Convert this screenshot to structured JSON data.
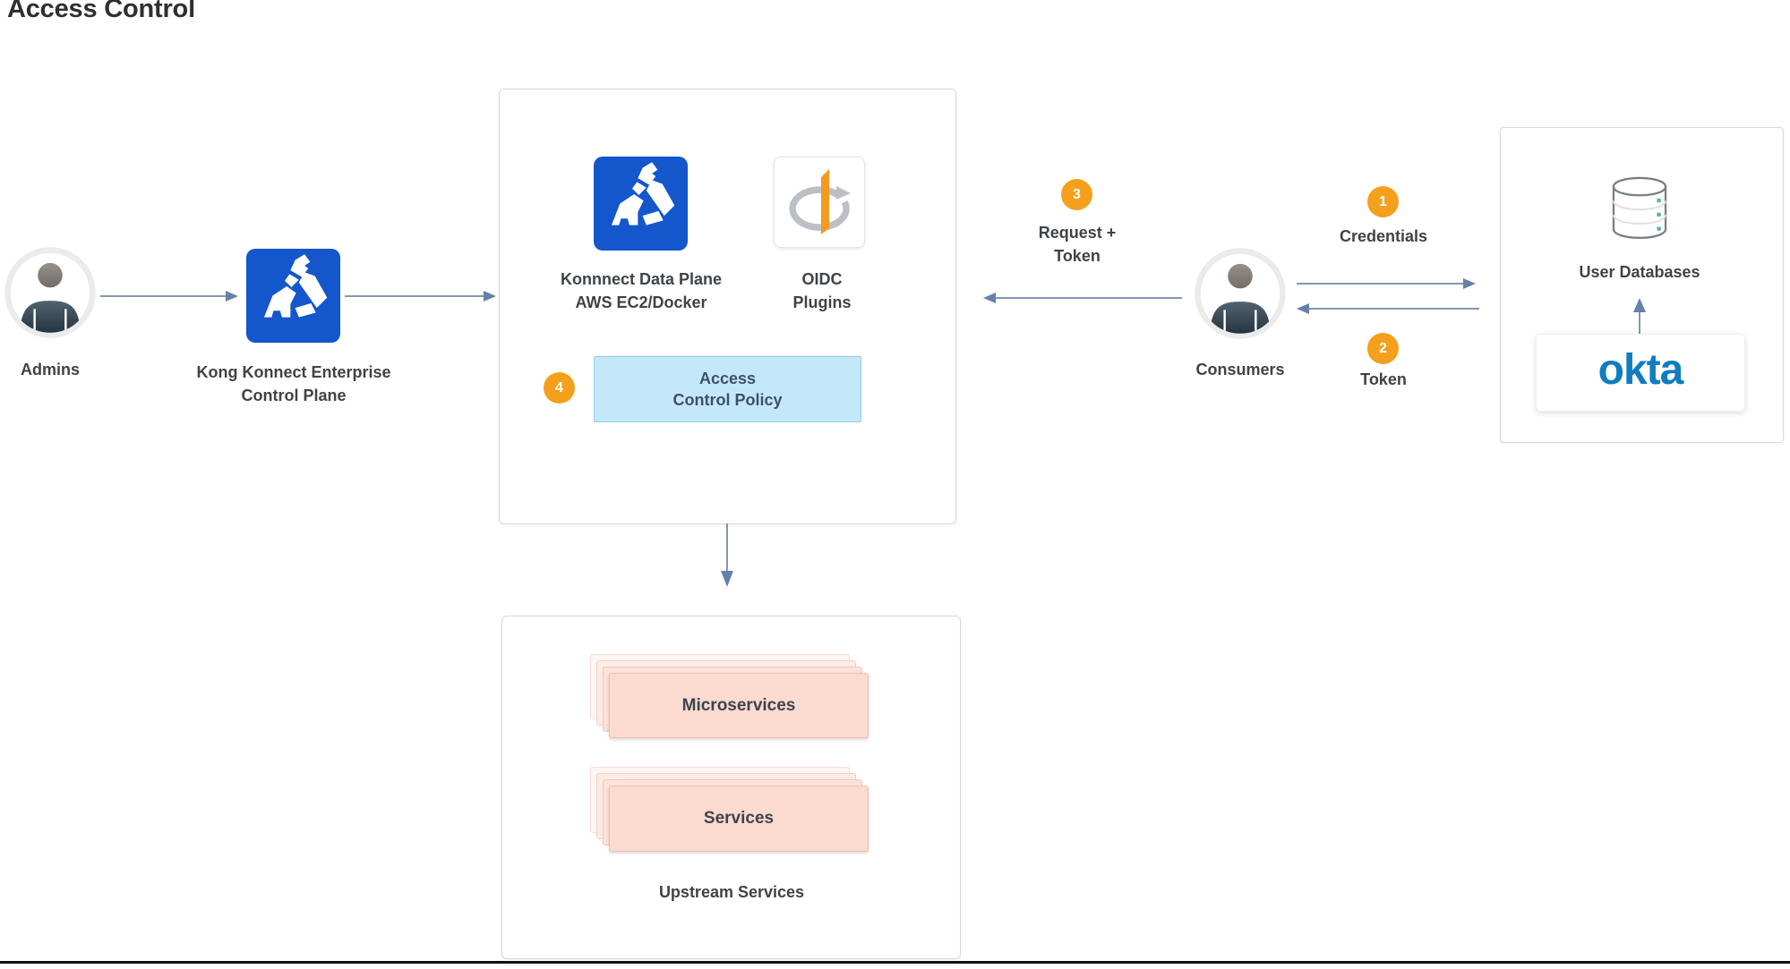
{
  "title": "Access Control",
  "nodes": {
    "admins": {
      "label": "Admins"
    },
    "control_plane": {
      "label_lines": [
        "Kong Konnect Enterprise",
        "Control Plane"
      ]
    },
    "data_plane": {
      "label_lines": [
        "Konnnect Data Plane",
        "AWS EC2/Docker"
      ]
    },
    "oidc_plugins": {
      "label_lines": [
        "OIDC",
        "Plugins"
      ]
    },
    "access_policy": {
      "step": "4",
      "label_lines": [
        "Access",
        "Control Policy"
      ]
    },
    "consumers": {
      "label": "Consumers"
    },
    "user_databases": {
      "label": "User Databases",
      "provider": "okta"
    },
    "upstream": {
      "cards": [
        "Microservices",
        "Services"
      ],
      "label": "Upstream Services"
    }
  },
  "flows": {
    "credentials": {
      "step": "1",
      "label": "Credentials"
    },
    "token": {
      "step": "2",
      "label": "Token"
    },
    "request_token": {
      "step": "3",
      "label_lines": [
        "Request +",
        "Token"
      ]
    }
  },
  "colors": {
    "kong_blue": "#1456CB",
    "badge_orange": "#F4A01C",
    "policy_bg": "#C4E8FA",
    "policy_border": "#90CBEE",
    "card_pink_bg": "#FBDAD0",
    "card_pink_border": "#EFBFB1",
    "okta_blue": "#0F7DC0",
    "arrow": "#8695B3",
    "db_dot_green": "#52BE91"
  }
}
